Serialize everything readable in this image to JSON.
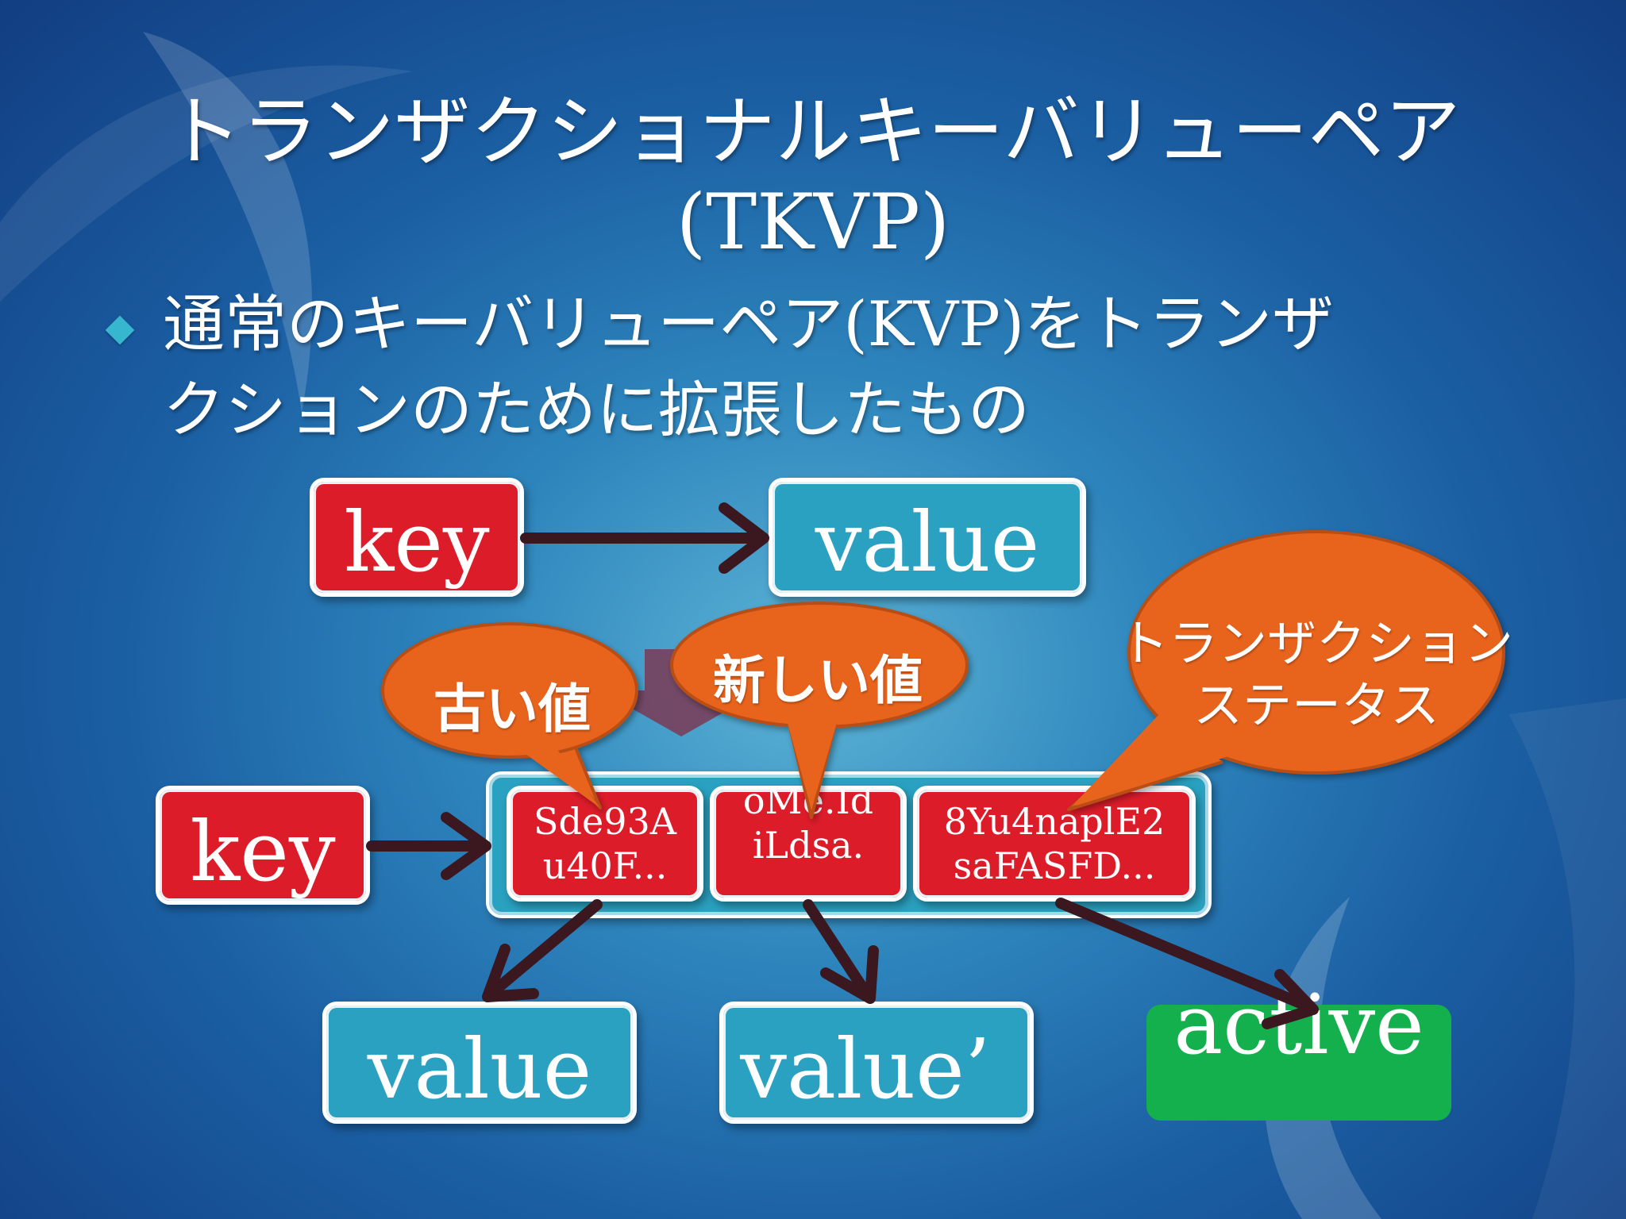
{
  "slide": {
    "title_line1": "トランザクショナルキーバリューペア",
    "title_line2": "(TKVP)",
    "bullet_line1": "通常のキーバリューペア(KVP)をトランザ",
    "bullet_line2": "クションのために拡張したもの"
  },
  "diagram": {
    "top_key": "key",
    "top_value": "value",
    "bottom_key": "key",
    "cell_old": [
      "Sde93A",
      "u40F..."
    ],
    "cell_new": [
      "oMe.Id",
      "iLdsa.",
      "."
    ],
    "cell_status": [
      "8Yu4naplE2",
      "saFASFD..."
    ],
    "value_old": "value",
    "value_new": "value’",
    "status_value": "active"
  },
  "callouts": {
    "old_value": "古い値",
    "new_value": "新しい値",
    "status_line1": "トランザクション",
    "status_line2": "ステータス"
  },
  "colors": {
    "key_red": "#dd1c2a",
    "value_teal": "#2aa1c0",
    "active_green": "#13b04d",
    "callout_orange": "#e8641c",
    "arrow_dark": "#3b1820"
  }
}
